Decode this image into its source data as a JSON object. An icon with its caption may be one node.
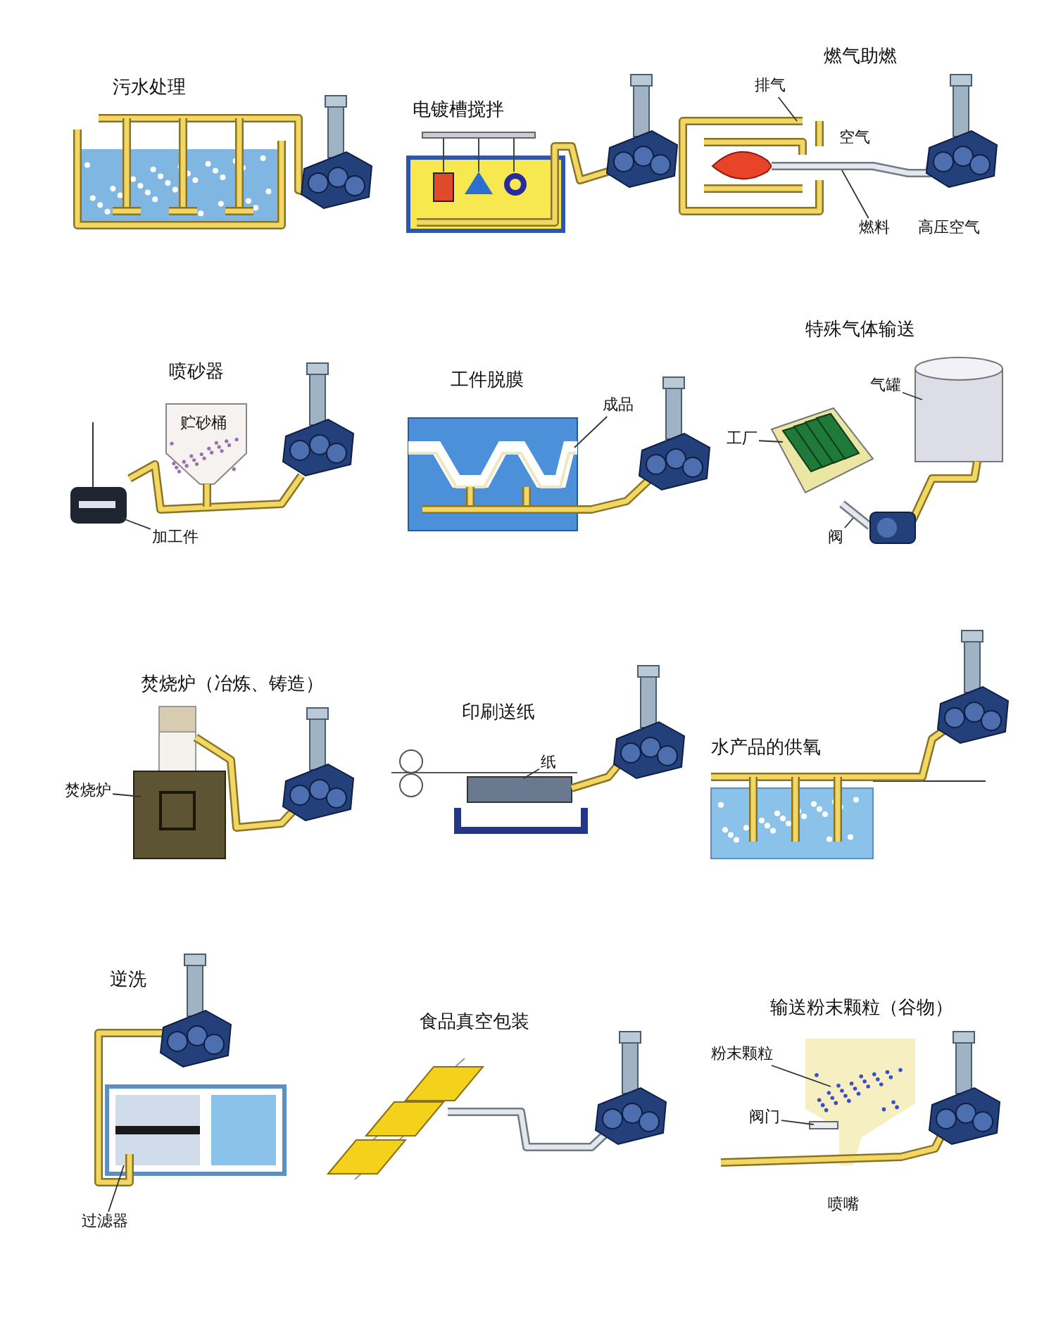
{
  "diagram": {
    "nodes": [
      {
        "text": [
          "排气"
        ]
      },
      {
        "text": [
          "燃料"
        ]
      },
      {
        "text": [
          "加工件"
        ]
      },
      {
        "text": [
          "成品"
        ]
      },
      {
        "text": [
          "气罐"
        ]
      },
      {
        "text": [
          "工厂"
        ]
      },
      {
        "text": [
          "阀"
        ]
      },
      {
        "text": [
          "焚烧炉"
        ]
      },
      {
        "text": [
          "纸"
        ]
      },
      {
        "text": [
          "过滤器"
        ]
      },
      {
        "text": [
          "粉末颗粒"
        ]
      },
      {
        "text": [
          "阀门"
        ]
      }
    ],
    "edges": [
      {
        "from": 0,
        "to": null,
        "arrow": "none"
      },
      {
        "from": 1,
        "to": null,
        "arrow": "none"
      },
      {
        "from": 2,
        "to": null,
        "arrow": "none"
      },
      {
        "from": 3,
        "to": null,
        "arrow": "none"
      },
      {
        "from": 4,
        "to": null,
        "arrow": "none"
      },
      {
        "from": 5,
        "to": null,
        "arrow": "none"
      },
      {
        "from": 6,
        "to": null,
        "arrow": "none"
      },
      {
        "from": 7,
        "to": null,
        "arrow": "none"
      },
      {
        "from": 8,
        "to": null,
        "arrow": "none"
      },
      {
        "from": 9,
        "to": null,
        "arrow": "none"
      },
      {
        "from": 10,
        "to": null,
        "arrow": "none"
      },
      {
        "from": 11,
        "to": null,
        "arrow": "none"
      }
    ],
    "labels": [
      "燃气助燃",
      "污水处理",
      "电镀槽搅拌",
      "空气",
      "高压空气",
      "喷砂器",
      "贮砂桶",
      "工件脱膜",
      "特殊气体输送",
      "焚烧炉（冶炼、铸造）",
      "印刷送纸",
      "水产品的供氧",
      "逆洗",
      "食品真空包装",
      "输送粉末颗粒（谷物）",
      "喷嘴"
    ]
  }
}
